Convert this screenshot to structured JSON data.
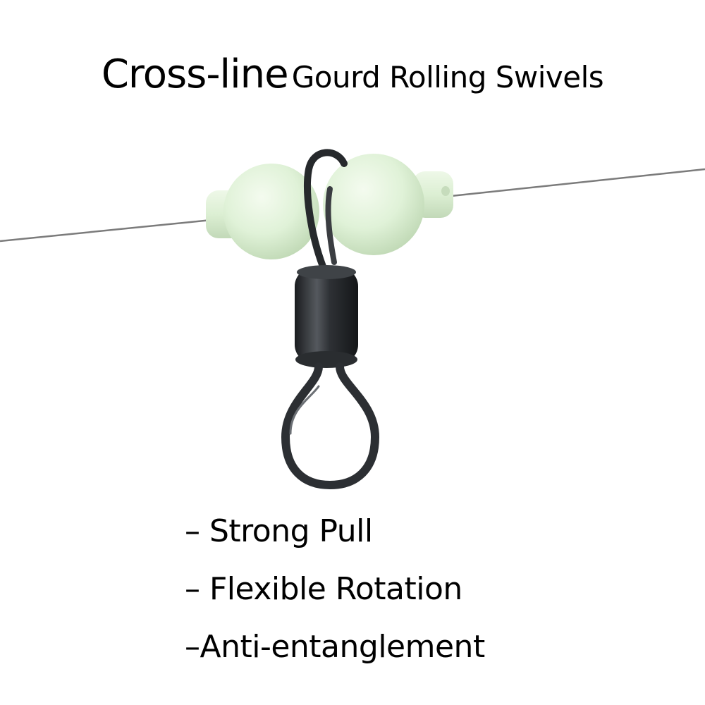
{
  "title": {
    "main": "Cross-line",
    "rest": "Gourd Rolling Swivels"
  },
  "product": {
    "icon": "rolling-swivel-with-glow-beads",
    "colors": {
      "bead": "#dff3d6",
      "metal": "#2f3236",
      "line": "#7b7b7b"
    }
  },
  "features": [
    "– Strong Pull",
    "– Flexible Rotation",
    "–Anti-entanglement"
  ]
}
